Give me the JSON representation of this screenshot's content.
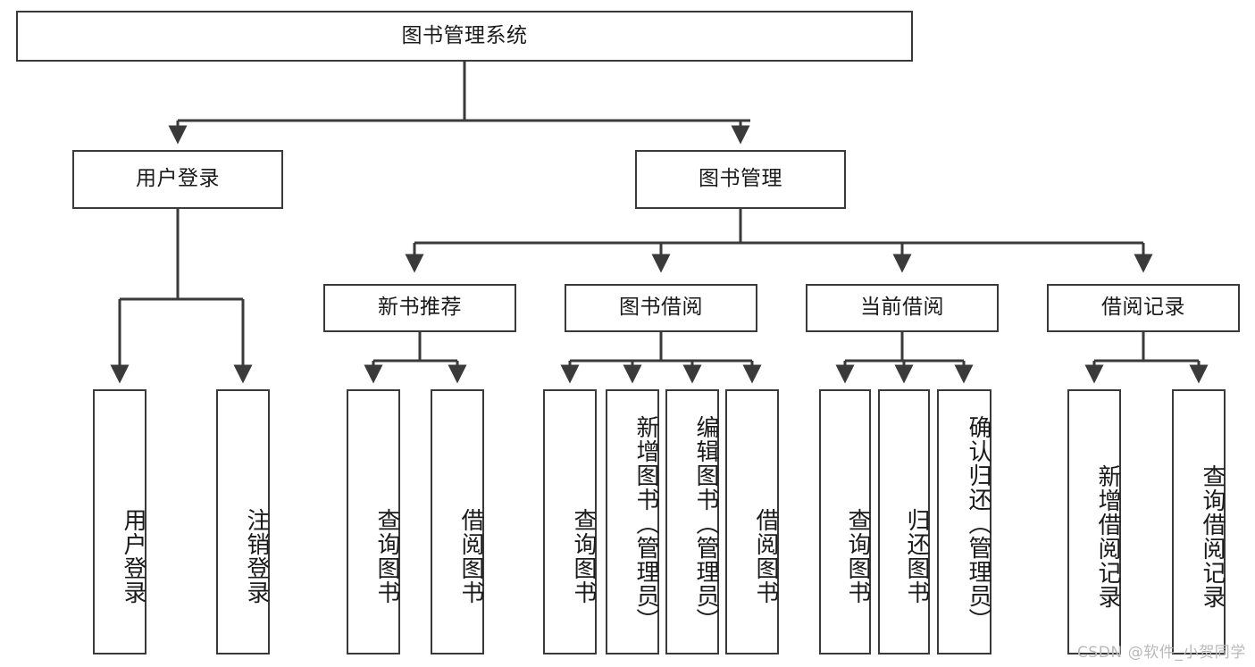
{
  "diagram": {
    "title": "图书管理系统",
    "type": "tree-hierarchy",
    "root": {
      "label": "图书管理系统",
      "id": "root"
    },
    "level2": [
      {
        "id": "user-login",
        "label": "用户登录"
      },
      {
        "id": "book-management",
        "label": "图书管理"
      }
    ],
    "level3": [
      {
        "id": "new-book-recommend",
        "label": "新书推荐",
        "parent": "book-management"
      },
      {
        "id": "book-borrow",
        "label": "图书借阅",
        "parent": "book-management"
      },
      {
        "id": "current-borrow",
        "label": "当前借阅",
        "parent": "book-management"
      },
      {
        "id": "borrow-record",
        "label": "借阅记录",
        "parent": "book-management"
      }
    ],
    "leaves": [
      {
        "id": "leaf-user-login",
        "label": "用户登录",
        "parent": "user-login"
      },
      {
        "id": "leaf-logout-login",
        "label": "注销登录",
        "parent": "user-login"
      },
      {
        "id": "leaf-query-book-1",
        "label": "查询图书",
        "parent": "new-book-recommend"
      },
      {
        "id": "leaf-borrow-book-1",
        "label": "借阅图书",
        "parent": "new-book-recommend"
      },
      {
        "id": "leaf-query-book-2",
        "label": "查询图书",
        "parent": "book-borrow"
      },
      {
        "id": "leaf-add-book",
        "label": "新增图书（管理员）",
        "parent": "book-borrow"
      },
      {
        "id": "leaf-edit-book",
        "label": "编辑图书（管理员）",
        "parent": "book-borrow"
      },
      {
        "id": "leaf-borrow-book-2",
        "label": "借阅图书",
        "parent": "book-borrow"
      },
      {
        "id": "leaf-query-book-3",
        "label": "查询图书",
        "parent": "current-borrow"
      },
      {
        "id": "leaf-return-book",
        "label": "归还图书",
        "parent": "current-borrow"
      },
      {
        "id": "leaf-confirm-return",
        "label": "确认归还（管理员）",
        "parent": "current-borrow"
      },
      {
        "id": "leaf-add-record",
        "label": "新增借阅记录",
        "parent": "borrow-record"
      },
      {
        "id": "leaf-query-record",
        "label": "查询借阅记录",
        "parent": "borrow-record"
      }
    ],
    "colors": {
      "stroke": "#3a3a3a",
      "text": "#1a1a1a",
      "background": "#ffffff",
      "watermark": "#b9b9b9"
    }
  },
  "watermark": {
    "text": "CSDN @软件_小贺同学"
  }
}
